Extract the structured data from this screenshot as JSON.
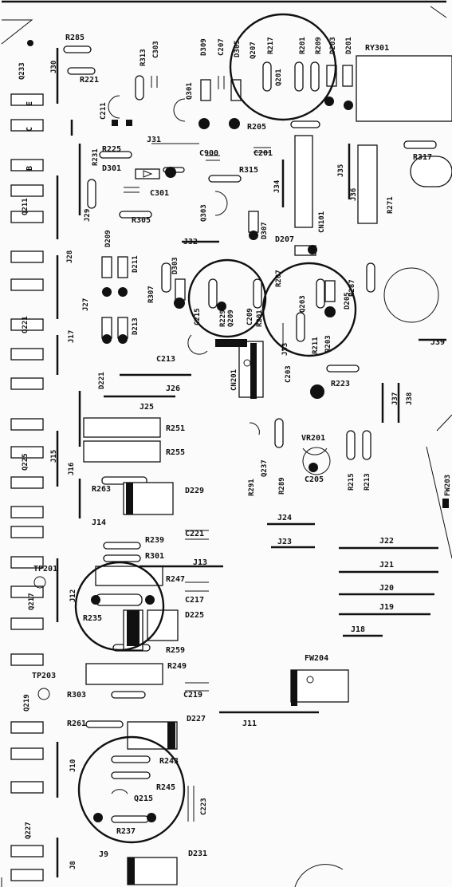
{
  "board": {
    "labels": {
      "R285": "R285",
      "R221": "R221",
      "R313": "R313",
      "C303": "C303",
      "D309": "D309",
      "C207": "C207",
      "D305": "D305",
      "Q207": "Q207",
      "R217": "R217",
      "Q201": "Q201",
      "R201": "R201",
      "R209": "R209",
      "D203": "D203",
      "D201": "D201",
      "RY301": "RY301",
      "Q233": "Q233",
      "J30": "J30",
      "E": "E",
      "C": "C",
      "B": "B",
      "C211": "C211",
      "Q301": "Q301",
      "R205": "R205",
      "R231": "R231",
      "R225": "R225",
      "J31": "J31",
      "C900": "C900",
      "C201": "C201",
      "R317": "R317",
      "D301": "D301",
      "R315": "R315",
      "J35": "J35",
      "J36": "J36",
      "C301": "C301",
      "J34": "J34",
      "CN101": "CN101",
      "R271": "R271",
      "Q211": "Q211",
      "J29": "J29",
      "R305": "R305",
      "D209": "D209",
      "Q303": "Q303",
      "D307": "D307",
      "D207": "D207",
      "J28": "J28",
      "D211": "D211",
      "J32": "J32",
      "D303": "D303",
      "R207": "R207",
      "R287": "R287",
      "R307": "R307",
      "C215": "C215",
      "R229": "R229",
      "Q209": "Q209",
      "C209": "C209",
      "Q203": "Q203",
      "D205": "D205",
      "R201b": "R201",
      "J27": "J27",
      "Q221": "Q221",
      "D213": "D213",
      "J17": "J17",
      "R211": "R211",
      "R203": "R203",
      "J33": "J33",
      "J39": "J39",
      "C213": "C213",
      "C203": "C203",
      "CN201": "CN201",
      "R223": "R223",
      "D221": "D221",
      "J26": "J26",
      "J37": "J37",
      "J38": "J38",
      "J25": "J25",
      "R251": "R251",
      "R255": "R255",
      "Q225": "Q225",
      "J15": "J15",
      "J16": "J16",
      "VR201": "VR201",
      "R291": "R291",
      "Q237": "Q237",
      "R289": "R289",
      "C205": "C205",
      "R215": "R215",
      "R213": "R213",
      "FW203": "FW203",
      "R263": "R263",
      "D229": "D229",
      "J14": "J14",
      "J24": "J24",
      "R239": "R239",
      "C221": "C221",
      "J23": "J23",
      "J22": "J22",
      "TP201": "TP201",
      "R301": "R301",
      "Q217": "Q217",
      "J13": "J13",
      "J12": "J12",
      "R247": "R247",
      "J21": "J21",
      "C217": "C217",
      "J20": "J20",
      "R235": "R235",
      "D225": "D225",
      "J19": "J19",
      "J18": "J18",
      "R259": "R259",
      "R249": "R249",
      "TP203": "TP203",
      "FW204": "FW204",
      "Q219": "Q219",
      "R303": "R303",
      "C219": "C219",
      "R261": "R261",
      "D227": "D227",
      "J11": "J11",
      "J10": "J10",
      "R243": "R243",
      "C223": "C223",
      "R245": "R245",
      "Q215": "Q215",
      "Q227": "Q227",
      "R237": "R237",
      "J8": "J8",
      "J9": "J9",
      "D231": "D231"
    }
  }
}
